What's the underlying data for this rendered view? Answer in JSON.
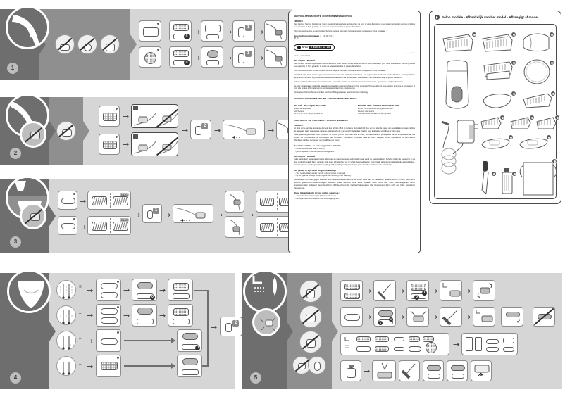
{
  "document": {
    "type": "product-instruction-manual",
    "page_background": "#ffffff",
    "palette": {
      "dark_band": "#6e6e6e",
      "mid_band": "#8f8f8f",
      "light_band": "#d6d6d6",
      "step_number_badge": "#bdbdbd",
      "line_art": "#5b5b5b",
      "panel_border": "#4a4a4a",
      "text": "#1d1d1d"
    }
  },
  "sections": [
    {
      "number": "1",
      "name": "legs-epilation",
      "body_zone_icon": "leg-icon",
      "warnings": [
        "no-use-icon-1",
        "no-use-icon-2",
        "no-use-icon-3"
      ],
      "rows": [
        {
          "steps": [
            "head-massage-attachment",
            "skin-plus-head-assembly",
            "attach-head-to-body",
            "power-switch-setting-1",
            "epilate-leg"
          ],
          "labels": [
            "",
            "0",
            "",
            "1",
            ""
          ]
        },
        {
          "steps": [
            "exfoliating-disc",
            "skin-plus-disc-assembly",
            "attach-disc-to-body",
            "power-switch-setting-1",
            "epilate-leg"
          ],
          "labels": [
            "",
            "0",
            "",
            "1",
            ""
          ]
        }
      ]
    },
    {
      "number": "2",
      "name": "shaving-legs",
      "body_zone_icon": "legs-icon",
      "secondary_icon": "no-battery-icon",
      "warnings": [
        "no-use-icon-1"
      ],
      "rows": [
        {
          "steps": [
            "shaver-head",
            "correct-angle-wrong-angle",
            "power-switch-setting-2",
            "glide-over-skin",
            "finish-leg"
          ]
        },
        {
          "steps": [
            "shaver-head",
            "correct-angle-wrong-angle",
            "power-switch-setting-2",
            "glide-over-skin",
            "finish-leg"
          ]
        }
      ]
    },
    {
      "number": "3",
      "name": "underarm-bikini",
      "body_zone_icon": "bikini-icon",
      "secondary_icon": "no-battery-icon",
      "rows": [
        {
          "steps": [
            "trimmer-comb",
            "click-on-guard",
            "power-switch-setting-1",
            "glide-over-skin",
            "underarm-use",
            "comb-detail"
          ]
        },
        {
          "steps": [
            "trimmer-comb",
            "click-on-guard",
            "power-switch-setting-1",
            "glide-over-skin",
            "bikini-use",
            "comb-detail"
          ]
        }
      ]
    },
    {
      "number": "4",
      "name": "hair-length-selection",
      "body_zone_icon": "underwear-icon",
      "rows": [
        {
          "length_icon": "hair-long-multi",
          "length_label": "",
          "steps": [
            "comb-pair",
            "attach-comb",
            "attach-head"
          ]
        },
        {
          "length_icon": "hair-medium",
          "length_label": "",
          "steps": [
            "comb-pair",
            "attach-comb",
            "attach-head"
          ]
        },
        {
          "length_icon": "hair-short",
          "length_label": "",
          "steps": [
            "single-comb",
            "attach-head"
          ]
        },
        {
          "length_icon": "hair-shortest",
          "length_label": "",
          "steps": [
            "trim-head",
            "attach-head"
          ]
        }
      ],
      "final_step": "power-switch-setting-2"
    },
    {
      "number": "5",
      "name": "cleaning-and-maintenance",
      "body_zone_icon": "shower-brush-icon",
      "secondary_icon": "charger-accessory-icon",
      "warnings": [
        "no-water-on-body-icon",
        "no-water-icon",
        "no-plug-in-water-icon",
        "no-charging-icon"
      ],
      "rows": [
        {
          "steps": [
            "remove-heads",
            "brush-clean",
            "detach-assembly",
            "rinse-under-tap",
            "shake-dry"
          ]
        },
        {
          "steps": [
            "shaver-head",
            "lift-foil",
            "remove-cutter",
            "brush-clean-foil",
            "rinse-and-dry",
            "correct-reassembly",
            "incorrect-reassembly"
          ]
        },
        {
          "steps": [
            "all-accessories-washable",
            "rinse-with-water"
          ]
        },
        {
          "steps": [
            "oil-bottle",
            "apply-oil",
            "brush",
            "oil-head",
            "oil-head-2",
            "wipe-dry"
          ]
        }
      ]
    }
  ],
  "service_panel": {
    "title": "SERVICE APRÈS-VENTE / CONSUMENTENSERVICE",
    "blocks": [
      {
        "heading": "FRANCE",
        "paragraphs": [
          "Des Centres Service Agréés par Calor assurent notre service après-vente. Ils sont à votre disposition pour toute intervention sur nos produits sous garantie et hors garantie, la vente de nos accessoires et pièces détachées.",
          "Pour connaître la liste de ces Centres Service ou pour tout autre renseignement, vous pouvez nous contacter :"
        ],
        "contact_label": "Service Consommateurs :",
        "contact_value": "CALOR S.A.S.",
        "contact_extra": "BP 15",
        "phone_badge": {
          "icon": "phone-icon",
          "tariff": "N° Vert",
          "number": "0 810 34 12 34",
          "note": "prix appel local"
        },
        "website_label": "Internet : www.calor.fr"
      },
      {
        "heading": "BELGIQUE / BELGIË",
        "paragraphs": [
          "Des Centres Service Agréés par CALOR assurent notre service après-vente. Ils sont à votre disposition pour toute intervention sur nos produits sous garantie et hors garantie, la vente de nos accessoires et pièces détachées.",
          "Pour connaître la liste de ces Centres Service ou pour tout autre renseignement, vous pouvez nous contacter :",
          "CALOR België heeft naast eigen consumentenservice (zie onderstaand adres), een regionaal netwerk van servicediensten, waar producten gerepareerd worden. Zij passen de kwaliteitsstandaard van de fabrikant toe, wat betekent dat uw toestel altijd in goede handen is.",
          "Indien u gebruik wilt maken van onze service, neem dan contact op met onze consumentenservice, zij kunnen u verder informeren.",
          "De voor uw apparaat geldende garantievoorwaarden staan beschreven in het apparaat. Toevoeluid u bij deze service abonnee te ontvangen of voor alle andere informatie kunt u rechtstreeks contact met ons opnemen."
        ],
        "extra_heading": "Für unseren Kundendienst sind dies von CALOR zugelassene Servicezentren zuständig."
      }
    ],
    "consumer_service": {
      "title": "SERVICE CONSOMMATEURS / CONSUMENTENSERVICE",
      "columns": [
        {
          "heading": "BELGIË - BELGIQUE BELGIUM",
          "lines": [
            "Avenue de l'Espérance",
            "6220 Fleurus",
            "Tel (071) 82 52 60 - fax (071) 82 52 82"
          ]
        },
        {
          "heading": "NEDERLAND - GROEP DE NEDERLAND",
          "lines": [
            "E-mail : consumentenservice@groupeseb.com",
            "Internet : www.tefal.nl",
            "Voor een advies, een klacht of een reparatie"
          ]
        }
      ]
    },
    "warranty": {
      "title": "CERTIFICAT DE GARANTIE / GARANTIEBEWIJS",
      "fr_heading": "FRANCE",
      "fr_paragraphs": [
        "En plus de la garantie légale qui découle des articles 1641 et suivants du Code Civil, due en tout état de cause sur des défauts et vices cachés de l'appareil, Calor assure une garantie contractuelle de 1 an à partir de la date d'achat, sauf législation spécifique à votre pays.",
        "Cette garantie (pièces et main d'œuvre) ne couvre pas les bris par chute et choc, les détériorations provoquées par un emploi anormal, les erreurs de branchement, le non-respect des conditions d'utilisation prescrites dans la notice d'emploi ou les réparations ou vérifications effectuées par des personnes non qualifiées par Calor."
      ],
      "fr_subheading": "Pour être valable, ce bon de garantie doit être :",
      "fr_items": [
        "1 - certifié par le vendeur (date et cachet)",
        "2 - joint à l'appareil en cas de réparation sous garantie"
      ],
      "be_heading": "BELGIQUE / BELGIË",
      "be_paragraphs": [
        "Calor garandeert uw apparaat tegen fabricage- en materiaalfouten gedurende 1 jaar vanaf de aankoopdatum, behalve indien de wetgeving in uw land anders bepaalt. Deze garantie dekt geen schade door val of schok, beschadigingen veroorzaakt door abnormaal gebruik, aansluitfouten, het niet naleven van de gebruiksaanwijzing, of herstellingen uitgevoerd door personen die niet door Calor erkend zijn.",
        "Om geldig te zijn moet dit garantiebewijs :"
      ],
      "be_items": [
        "1 - Voor waar verklaard worden door de verkoper (datum en stempel).",
        "2 - Bij het apparaat gevoegd worden in geval van herstelling onder waarborg."
      ],
      "de_paragraph": "Der Garantie von Calor gegen Material- und Fabrikationsfehler wird für die Dauer von 1 Jahr ab Kaufdatum gewährt, sofern in Ihrem Land keine anderen gesetzlichen Bestimmungen bestehen. Diese Garantie deckt keine Schäden durch Sturz oder Stoß, Beschädigungen durch unsachgemäßen Gebrauch, Anschlussfehler, Nichtbeachtung der Gebrauchsanweisung oder Reparaturen durch nicht von Calor autorisierte Personen ab.",
      "de_subheading": "Diese Garantiekarte ist nur gültig, wenn sie :",
      "de_items": [
        "1 - vom Verkäufer bestätigt ist (Kaufdatum und Stempel)",
        "2 - bei Reparaturen unter Garantie dem Gerät beigelegt wird."
      ]
    }
  },
  "model_panel": {
    "header": {
      "icon": "info-play-icon",
      "text": "Selon modèle - Afhankelijk van het model - Afhangigt af model"
    },
    "items": [
      {
        "name": "wide-epilation-head",
        "badge": "a"
      },
      {
        "name": "standard-epilation-head",
        "badge": "b"
      },
      {
        "name": "massage-cap",
        "badge": "c"
      },
      {
        "name": "main-body-unit",
        "badge": "d"
      },
      {
        "name": "shaving-head",
        "badge": "e"
      },
      {
        "name": "exfoliating-disc",
        "badge": "f"
      },
      {
        "name": "precision-head",
        "badge": "g"
      },
      {
        "name": "trimmer-head",
        "badge": "h"
      },
      {
        "name": "comb-guide-short",
        "badge": "i"
      },
      {
        "name": "comb-guide-medium",
        "badge": "j"
      },
      {
        "name": "comb-guide-long",
        "badge": "k"
      },
      {
        "name": "skin-cap-left",
        "badge": "l"
      },
      {
        "name": "skin-cap-right",
        "badge": "m"
      },
      {
        "name": "power-adaptor",
        "badge": "n"
      },
      {
        "name": "cleaning-brush",
        "badge": "o"
      },
      {
        "name": "oil-bottle",
        "badge": "p"
      },
      {
        "name": "storage-pouch",
        "badge": "q"
      }
    ]
  }
}
